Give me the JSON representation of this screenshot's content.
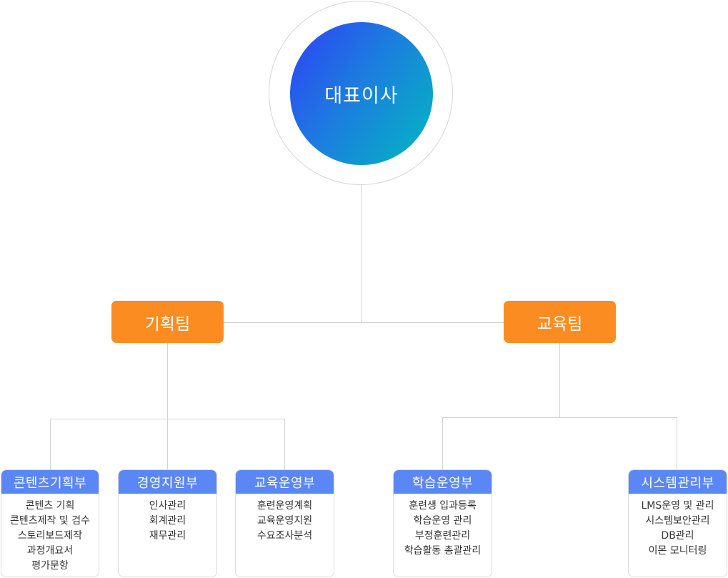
{
  "colors": {
    "team_bg": "#fb8c22",
    "dept_head_bg": "#5b86f5",
    "line": "#d3d3d3",
    "ceo_gradient": [
      "#2d41f5",
      "#02b9c0"
    ]
  },
  "ceo": {
    "label": "대표이사"
  },
  "teams": [
    {
      "id": "planning",
      "label": "기획팀"
    },
    {
      "id": "education",
      "label": "교육팀"
    }
  ],
  "departments": [
    {
      "id": "content-planning",
      "label": "콘텐츠기획부",
      "team": "planning",
      "duties": [
        "콘텐츠 기획",
        "콘텐츠제작 및 검수",
        "스토리보드제작",
        "과정개요서",
        "평가문항"
      ]
    },
    {
      "id": "management-support",
      "label": "경영지원부",
      "team": "planning",
      "duties": [
        "인사관리",
        "회계관리",
        "재무관리"
      ]
    },
    {
      "id": "education-operation",
      "label": "교육운영부",
      "team": "planning",
      "duties": [
        "훈련운영계획",
        "교육운영지원",
        "수요조사분석"
      ]
    },
    {
      "id": "learning-operation",
      "label": "학습운영부",
      "team": "education",
      "duties": [
        "훈련생 입과등록",
        "학습운영 관리",
        "부정훈련관리",
        "학습활동 총괄관리"
      ]
    },
    {
      "id": "system-management",
      "label": "시스템관리부",
      "team": "education",
      "duties": [
        "LMS운영 및 관리",
        "시스템보안관리",
        "DB관리",
        "이몬 모니터링"
      ]
    }
  ]
}
